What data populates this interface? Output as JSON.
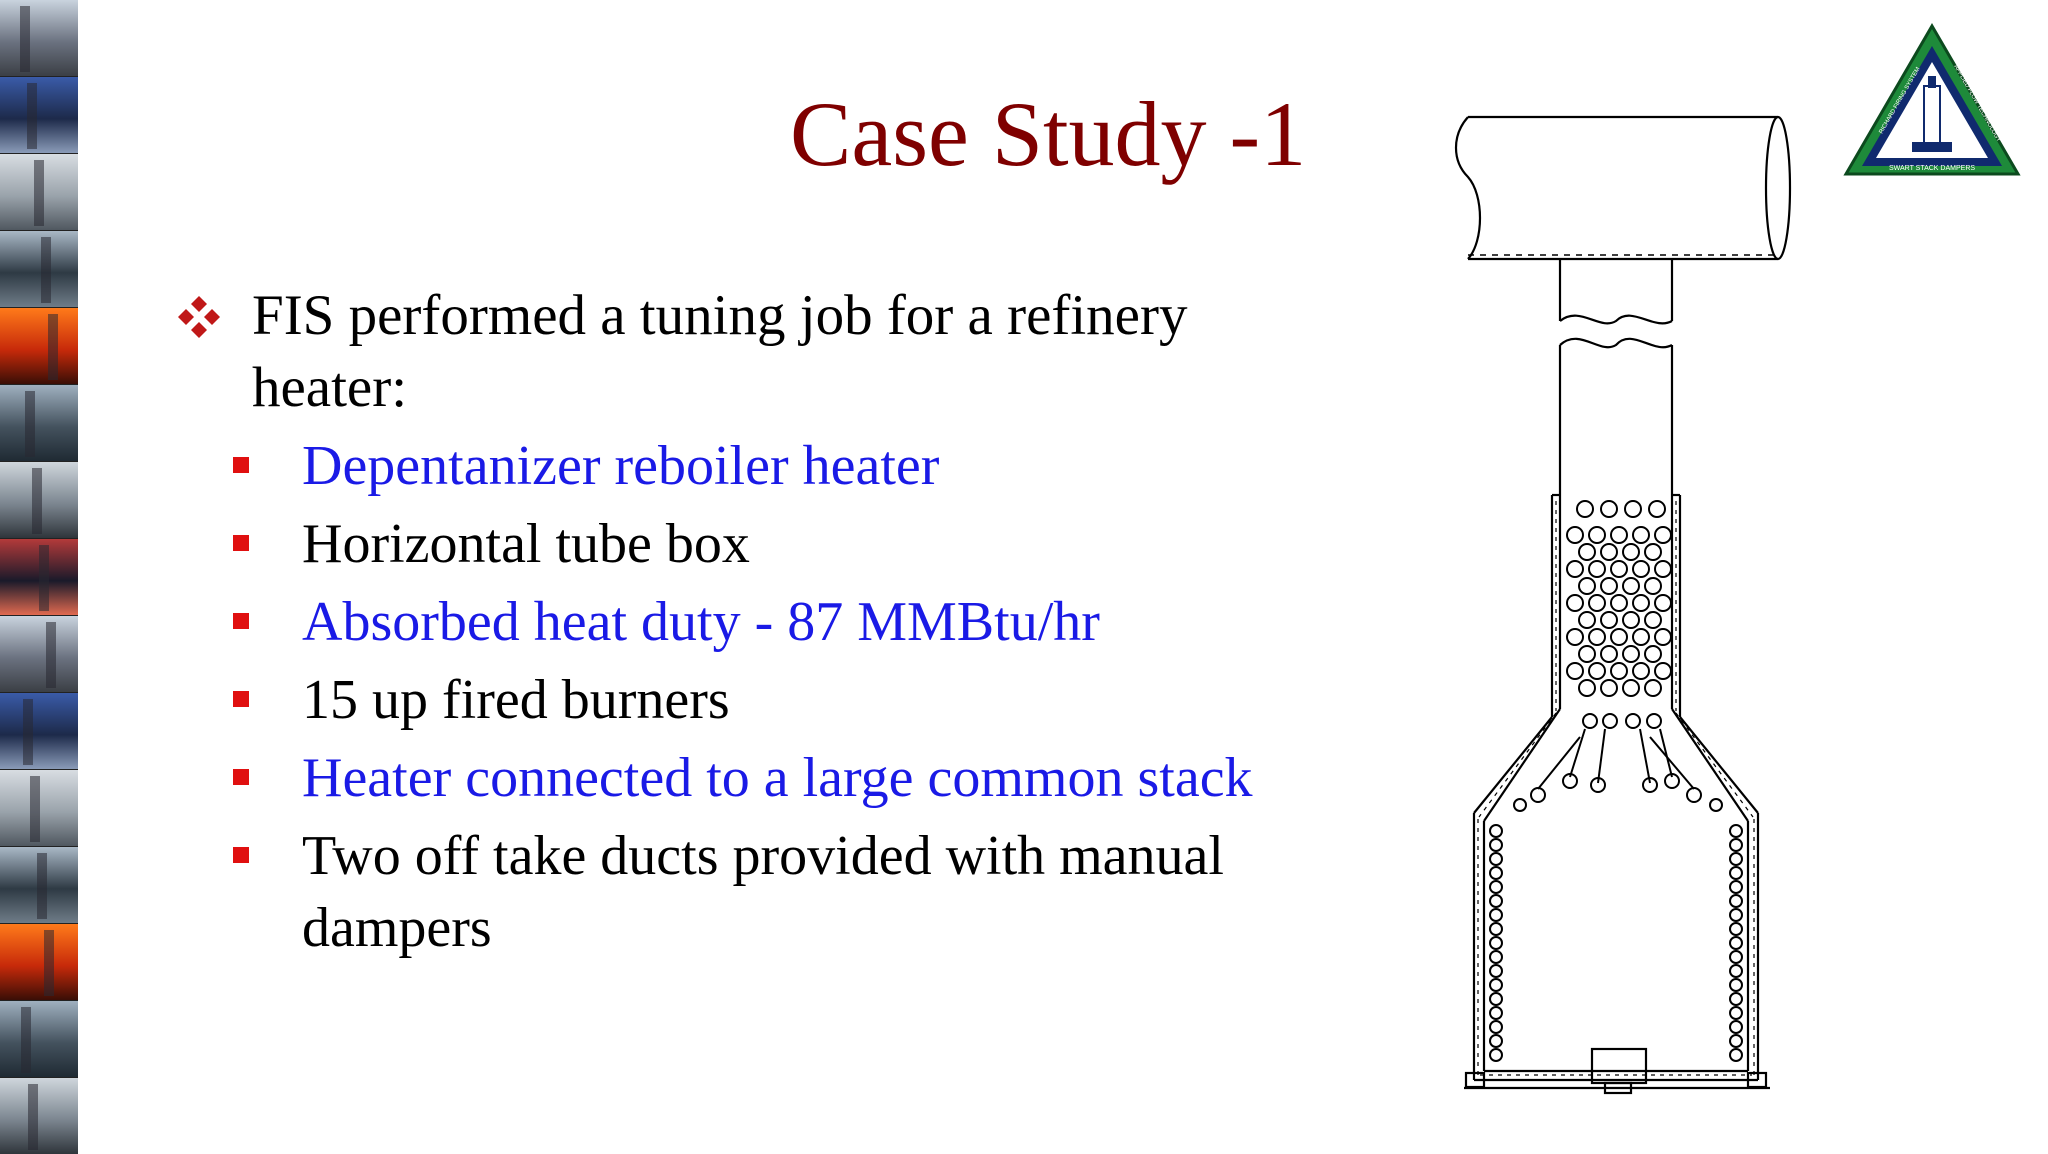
{
  "slide": {
    "title": "Case Study -1",
    "main_bullet": "FIS performed a tuning job for a refinery heater:",
    "sub_bullets": [
      {
        "text": "Depentanizer reboiler heater",
        "color": "#1a1ae6"
      },
      {
        "text": "Horizontal tube box",
        "color": "#000000"
      },
      {
        "text": "Absorbed heat duty - 87 MMBtu/hr",
        "color": "#1a1ae6"
      },
      {
        "text": "15 up fired burners",
        "color": "#000000"
      },
      {
        "text": "Heater connected to a large common stack",
        "color": "#1a1ae6"
      },
      {
        "text": "Two off take ducts provided with manual dampers",
        "color": "#000000"
      }
    ]
  },
  "colors": {
    "title": "#7f0000",
    "accent_blue": "#1a1ae6",
    "bullet_red": "#e01010",
    "logo_green": "#1e8a3a",
    "logo_navy": "#102a6e"
  },
  "logo": {
    "arc_text_left": "RICHARD FIRING SYSTEM",
    "arc_text_right": "APPLIED FLOW TECHNOLOGY",
    "bottom_text": "SWART STACK DAMPERS"
  },
  "icons": {
    "main_bullet": "four-diamond-bullet-icon",
    "sub_bullet": "square-bullet-icon"
  }
}
